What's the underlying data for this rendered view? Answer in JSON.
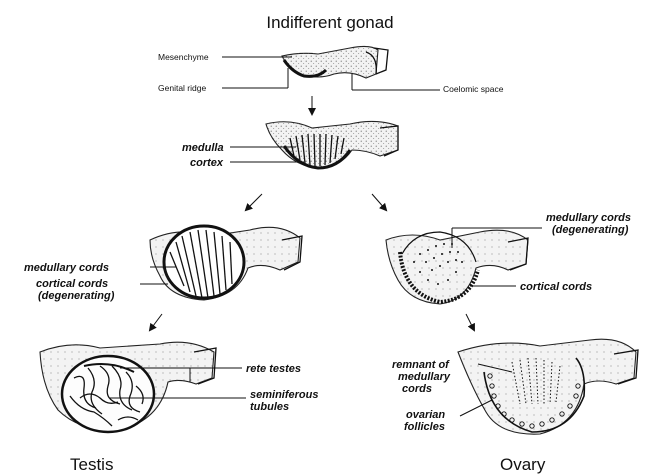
{
  "title": "Indifferent gonad",
  "indifferent": {
    "mesenchyme": "Mesenchyme",
    "genital_ridge": "Genital ridge",
    "coelomic_space": "Coelomic space"
  },
  "stage2": {
    "medulla": "medulla",
    "cortex": "cortex"
  },
  "testis_stage": {
    "medullary_cords": "medullary cords",
    "cortical_cords_line1": "cortical cords",
    "cortical_cords_line2": "(degenerating)"
  },
  "ovary_stage": {
    "medullary_cords_line1": "medullary cords",
    "medullary_cords_line2": "(degenerating)",
    "cortical_cords": "cortical cords"
  },
  "testis": {
    "rete_testes": "rete testes",
    "seminiferous_line1": "seminiferous",
    "seminiferous_line2": "tubules",
    "label": "Testis"
  },
  "ovary": {
    "remnant_line1": "remnant of",
    "remnant_line2": "medullary",
    "remnant_line3": "cords",
    "follicles_line1": "ovarian",
    "follicles_line2": "follicles",
    "label": "Ovary"
  }
}
